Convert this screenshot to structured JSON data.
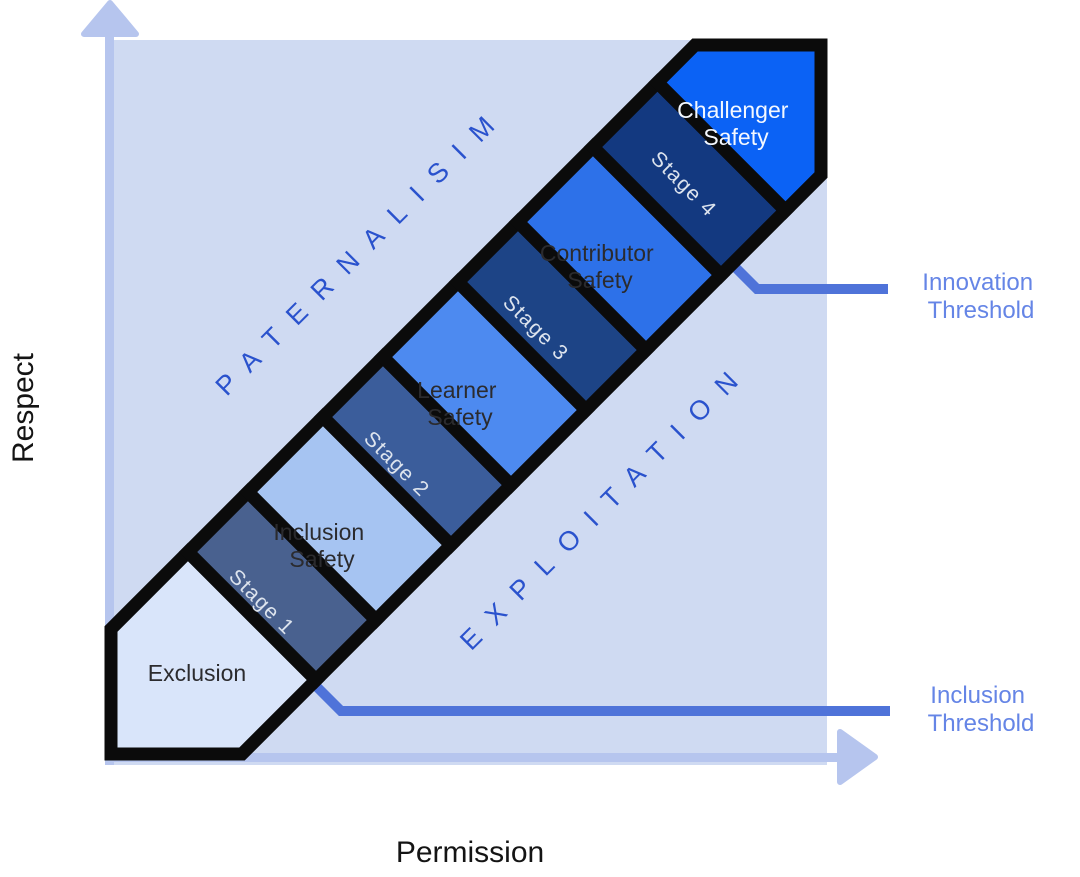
{
  "axes": {
    "y_label": "Respect",
    "x_label": "Permission"
  },
  "regions": {
    "upper_left": "PATERNALISIM",
    "lower_right": "EXPLOITATION"
  },
  "band": {
    "exclusion_label": "Exclusion",
    "stages": [
      {
        "band_label": "Stage 1",
        "name_line1": "Inclusion",
        "name_line2": "Safety",
        "box_color": "#a6c4f2",
        "band_color": "#49618f"
      },
      {
        "band_label": "Stage 2",
        "name_line1": "Learner",
        "name_line2": "Safety",
        "box_color": "#4d8af0",
        "band_color": "#3b5d9b"
      },
      {
        "band_label": "Stage 3",
        "name_line1": "Contributor",
        "name_line2": "Safety",
        "box_color": "#2d71e9",
        "band_color": "#1d4486"
      },
      {
        "band_label": "Stage 4",
        "name_line1": "Challenger",
        "name_line2": "Safety",
        "box_color": "#0b62f5",
        "band_color": "#133980"
      }
    ]
  },
  "thresholds": {
    "innovation": {
      "line1": "Innovation",
      "line2": "Threshold"
    },
    "inclusion": {
      "line1": "Inclusion",
      "line2": "Threshold"
    }
  },
  "colors": {
    "plane": "#cfdaf2",
    "axis": "#b6c5ee",
    "exclusion_fill": "#d9e5fa",
    "outline": "#0b0b0b",
    "region_text": "#2a52cd",
    "stage_text": "#dde4ee",
    "dark_text": "#2b2b2e",
    "light_text": "#f4f8ff",
    "threshold_line": "#4f73d9",
    "threshold_text": "#6585e6",
    "axis_label_text": "#141414"
  }
}
